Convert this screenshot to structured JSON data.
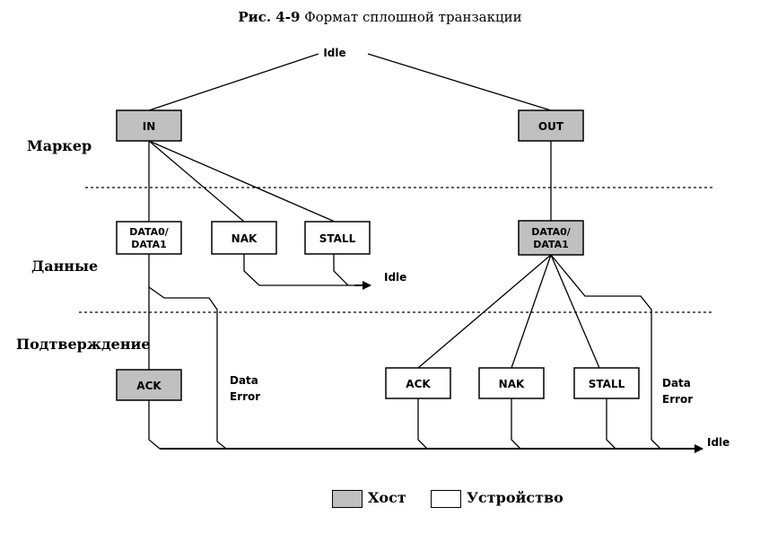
{
  "title": {
    "prefix": "Рис. 4-9",
    "text": "Формат сплошной транзакции"
  },
  "phases": {
    "token": "Маркер",
    "data": "Данные",
    "handshake": "Подтверждение"
  },
  "colors": {
    "host_fill": "#c0c0c0",
    "device_fill": "#ffffff",
    "stroke": "#000000"
  },
  "diagram": {
    "idle_top": "Idle",
    "idle_mid": "Idle",
    "idle_bottom": "Idle",
    "in_box": "IN",
    "out_box": "OUT",
    "in_data_box": [
      "DATA0/",
      "DATA1"
    ],
    "in_nak_box": "NAK",
    "in_stall_box": "STALL",
    "out_data_box": [
      "DATA0/",
      "DATA1"
    ],
    "in_ack_box": "ACK",
    "out_ack_box": "ACK",
    "out_nak_box": "NAK",
    "out_stall_box": "STALL",
    "data_error_left": [
      "Data",
      "Error"
    ],
    "data_error_right": [
      "Data",
      "Error"
    ]
  },
  "legend": {
    "host_label": "Хост",
    "device_label": "Устройство"
  }
}
